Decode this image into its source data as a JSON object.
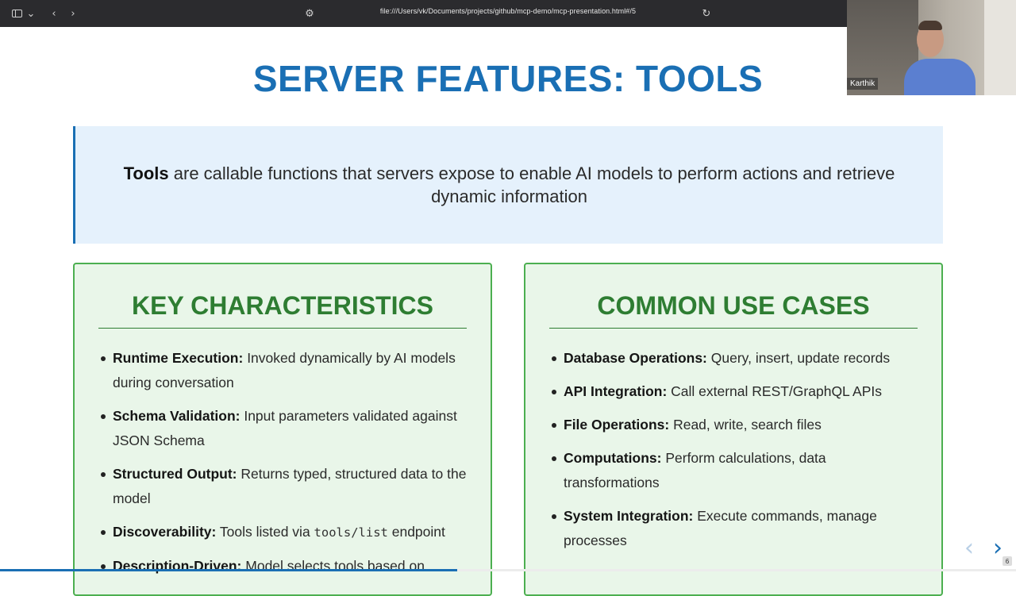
{
  "browser": {
    "url": "file:///Users/vk/Documents/projects/github/mcp-demo/mcp-presentation.html#/5",
    "icons": [
      "sidebar-icon",
      "chevron-down-icon",
      "back-arrow-icon",
      "forward-arrow-icon",
      "page-settings-icon",
      "reload-icon"
    ]
  },
  "webcam": {
    "name": "Karthik"
  },
  "slide": {
    "title": "SERVER FEATURES: TOOLS",
    "intro": {
      "bold": "Tools",
      "text": " are callable functions that servers expose to enable AI models to perform actions and retrieve dynamic information"
    },
    "key_characteristics": {
      "heading": "KEY CHARACTERISTICS",
      "items": [
        {
          "term": "Runtime Execution:",
          "desc": " Invoked dynamically by AI models during conversation"
        },
        {
          "term": "Schema Validation:",
          "desc": " Input parameters validated against JSON Schema"
        },
        {
          "term": "Structured Output:",
          "desc": " Returns typed, structured data to the model"
        },
        {
          "term": "Discoverability:",
          "desc_before": " Tools listed via ",
          "code": "tools/list",
          "desc_after": " endpoint"
        },
        {
          "term": "Description-Driven:",
          "desc": " Model selects tools based on"
        }
      ]
    },
    "common_use_cases": {
      "heading": "COMMON USE CASES",
      "items": [
        {
          "term": "Database Operations:",
          "desc": " Query, insert, update records"
        },
        {
          "term": "API Integration:",
          "desc": " Call external REST/GraphQL APIs"
        },
        {
          "term": "File Operations:",
          "desc": " Read, write, search files"
        },
        {
          "term": "Computations:",
          "desc": " Perform calculations, data transformations"
        },
        {
          "term": "System Integration:",
          "desc": " Execute commands, manage processes"
        }
      ]
    },
    "navigation": {
      "prev_glyph": "‹",
      "next_glyph": "›",
      "slide_number": "6",
      "progress": 0.45
    }
  },
  "colors": {
    "title": "#1a6fb4",
    "intro_bg": "#e5f1fc",
    "panel_bg": "#e9f6e9",
    "panel_border": "#4caf50",
    "panel_heading": "#2e7d32"
  }
}
